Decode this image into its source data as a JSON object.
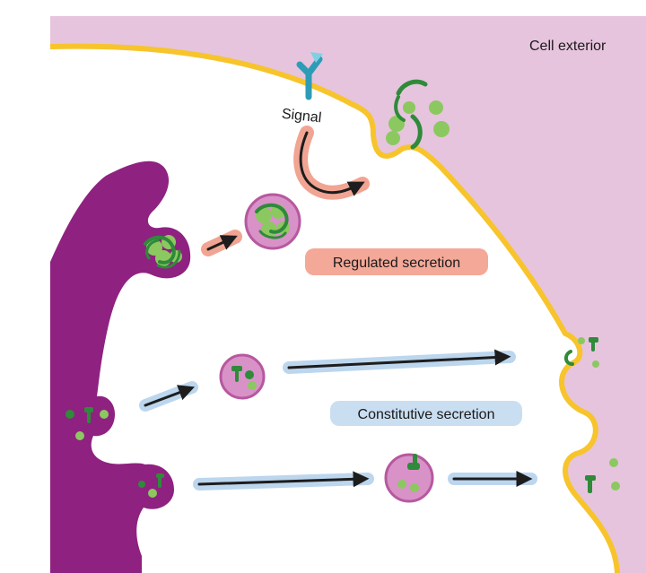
{
  "labels": {
    "cell_exterior": "Cell exterior",
    "signal": "Signal",
    "regulated": "Regulated secretion",
    "constitutive": "Constitutive secretion"
  },
  "colors": {
    "exterior": "#e6c4dd",
    "membrane": "#f7c42c",
    "golgi": "#8f2180",
    "vesicle_fill": "#d892c8",
    "vesicle_ring": "#b7589f",
    "protein_dark": "#2f8a3a",
    "protein_light": "#8cc860",
    "regulated_arrow": "#f2a493",
    "constitutive_arrow": "#bcd6ee",
    "regulated_label_bg": "#f4a898",
    "constitutive_label_bg": "#c9def1",
    "receptor": "#2e9cb6"
  },
  "icons": [
    "receptor-icon",
    "arrow-icon"
  ]
}
